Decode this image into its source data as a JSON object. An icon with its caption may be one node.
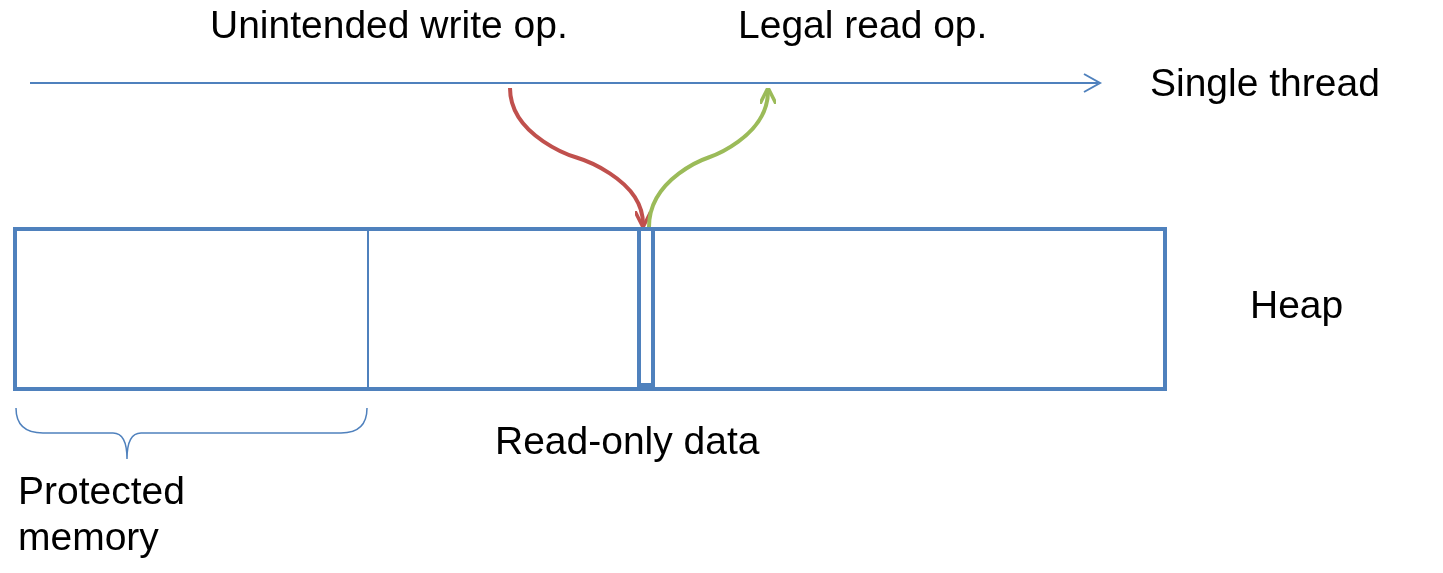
{
  "diagram": {
    "nodes": [
      {
        "text": [
          "Single thread"
        ]
      },
      {
        "text": [
          "Heap"
        ]
      },
      {
        "text": [],
        "shape": "box",
        "in": 1
      },
      {
        "text": [],
        "shape": "box",
        "in": 1
      }
    ],
    "edges": [
      {
        "from": 0,
        "to": 3,
        "arrow": "to",
        "label": "Unintended write op.",
        "color": "#c0504d"
      },
      {
        "from": 3,
        "to": 0,
        "arrow": "to",
        "label": "Legal read op.",
        "color": "#9bbb59"
      }
    ],
    "labels": [
      "Read-only data",
      "Protected memory"
    ]
  }
}
